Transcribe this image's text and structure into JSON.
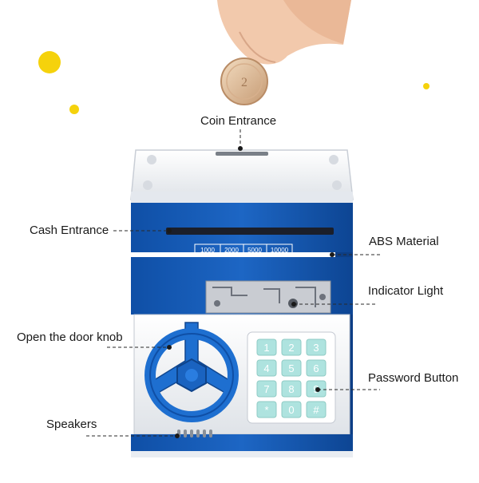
{
  "labels": {
    "coin_entrance": "Coin Entrance",
    "cash_entrance": "Cash Entrance",
    "abs_material": "ABS Material",
    "indicator_light": "Indicator Light",
    "open_door_knob": "Open the door knob",
    "password_button": "Password Button",
    "speakers": "Speakers"
  },
  "denominations": [
    "1000",
    "2000",
    "5000",
    "10000"
  ],
  "keypad_keys": [
    "1",
    "2",
    "3",
    "4",
    "5",
    "6",
    "7",
    "8",
    "9",
    "*",
    "0",
    "#"
  ],
  "colors": {
    "body_blue": "#1a5fb8",
    "body_white": "#f2f4f7",
    "keypad_key": "#aee3df",
    "knob_blue": "#1e6fd0",
    "decor_dot": "#f5d20c"
  },
  "icons": [
    "coin-icon",
    "hand-icon",
    "decor-dot-icon"
  ]
}
